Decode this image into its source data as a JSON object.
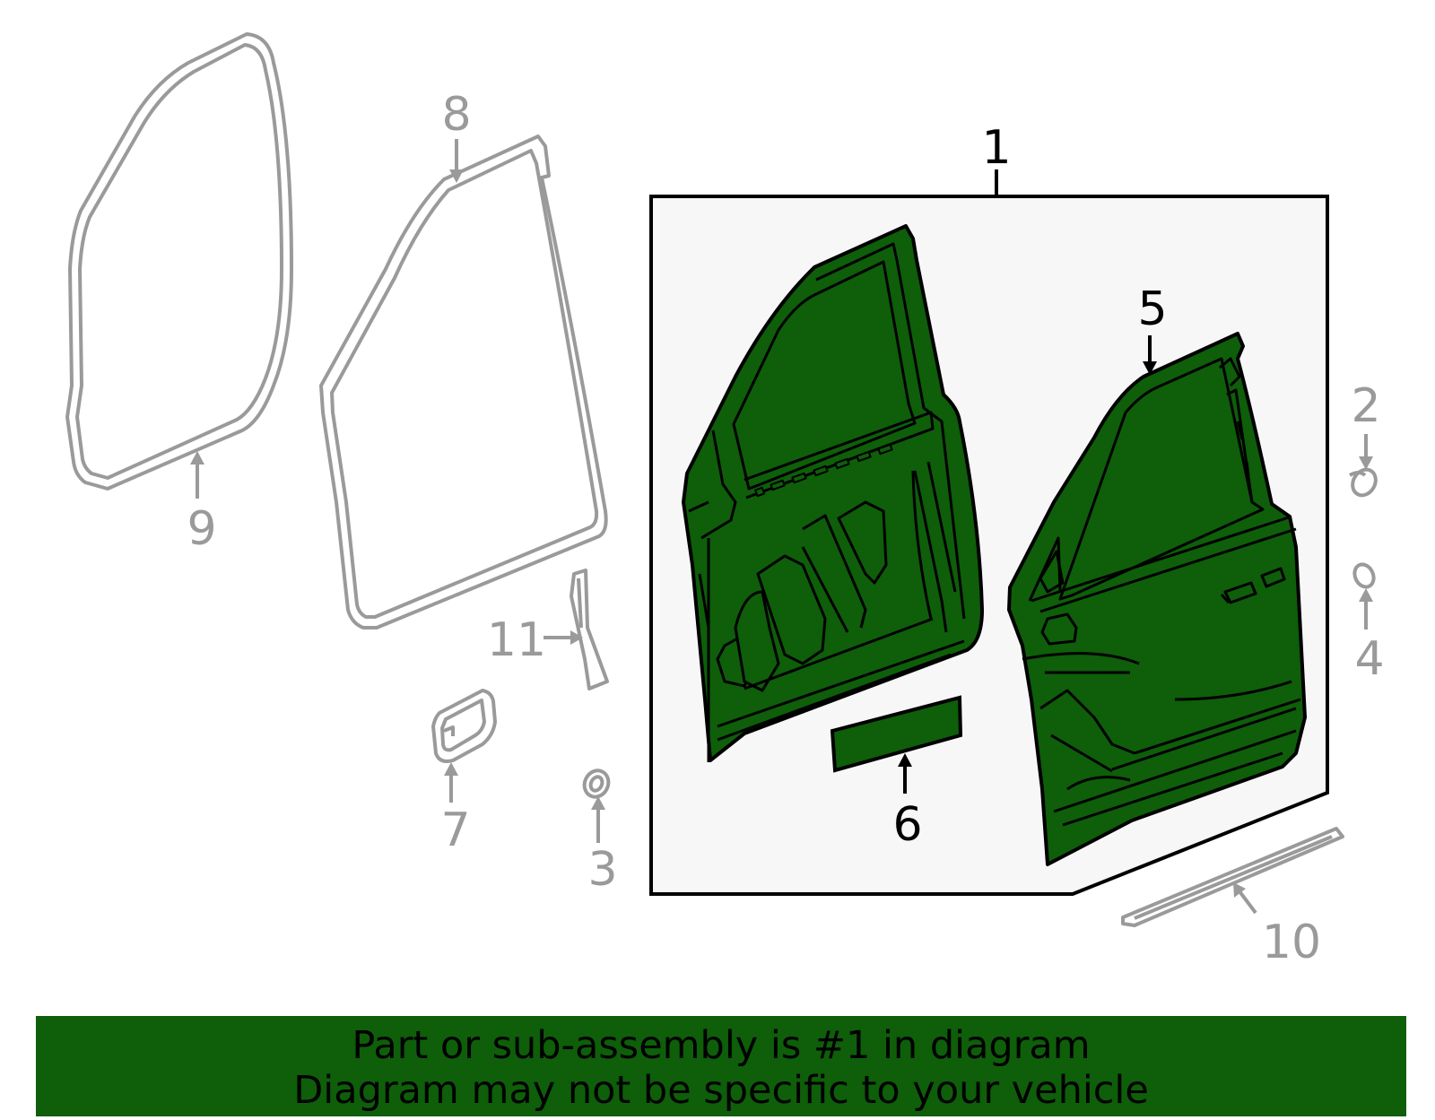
{
  "callouts": {
    "c1": "1",
    "c2": "2",
    "c3": "3",
    "c4": "4",
    "c5": "5",
    "c6": "6",
    "c7": "7",
    "c8": "8",
    "c9": "9",
    "c10": "10",
    "c11": "11"
  },
  "banner": {
    "line1": "Part or sub-assembly is #1 in diagram",
    "line2": "Diagram may not be specific to your vehicle"
  },
  "colors": {
    "highlight_green": "#0e5e0a",
    "part_grey": "#9a9a9a",
    "outline": "#000000",
    "assembly_box_fill": "#f7f7f7"
  }
}
